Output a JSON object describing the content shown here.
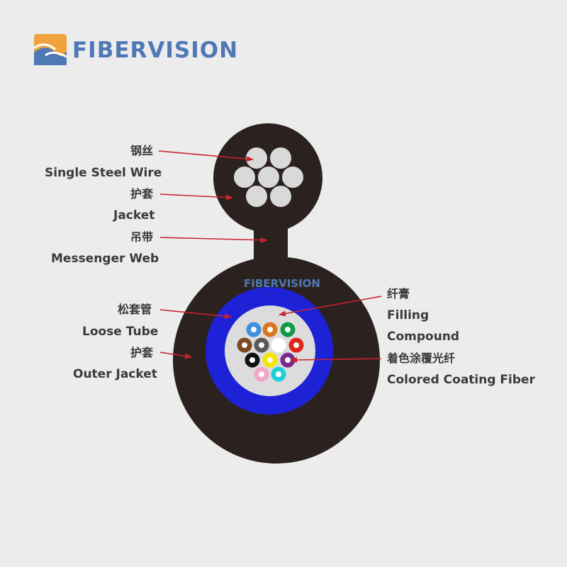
{
  "brand": {
    "name": "FIBERVISION",
    "watermark": "FIBERVISION"
  },
  "colors": {
    "background": "#ececed",
    "jacket": "#2b2220",
    "wire": "#d9d9d9",
    "tube": "#1e22d6",
    "filling": "#dcdcdc",
    "arrow": "#c8232c",
    "logo_blue": "#4f79b4",
    "logo_orange": "#f0a23c"
  },
  "labels": {
    "steel_wire_cn": "钢丝",
    "steel_wire_en": "Single Steel Wire",
    "jacket_cn": "护套",
    "jacket_en": "Jacket",
    "messenger_cn": "吊带",
    "messenger_en": "Messenger Web",
    "loose_tube_cn": "松套管",
    "loose_tube_en": "Loose Tube",
    "outer_jacket_cn": "护套",
    "outer_jacket_en": "Outer Jacket",
    "filling_cn": "纤膏",
    "filling_en_1": "Filling",
    "filling_en_2": "Compound",
    "fiber_cn": "着色涂覆光纤",
    "fiber_en": "Colored Coating Fiber"
  },
  "fibers": [
    {
      "name": "blue",
      "color": "#3d8fe0"
    },
    {
      "name": "orange",
      "color": "#d9761f"
    },
    {
      "name": "green",
      "color": "#0f9a4a"
    },
    {
      "name": "brown",
      "color": "#7a4a22"
    },
    {
      "name": "slate",
      "color": "#5a5a5a"
    },
    {
      "name": "white",
      "color": "#ffffff"
    },
    {
      "name": "red",
      "color": "#e2231a"
    },
    {
      "name": "black",
      "color": "#111111"
    },
    {
      "name": "yellow",
      "color": "#f3e600"
    },
    {
      "name": "violet",
      "color": "#7a2a8c"
    },
    {
      "name": "rose",
      "color": "#f1a6c8"
    },
    {
      "name": "aqua",
      "color": "#1fd0d8"
    }
  ]
}
